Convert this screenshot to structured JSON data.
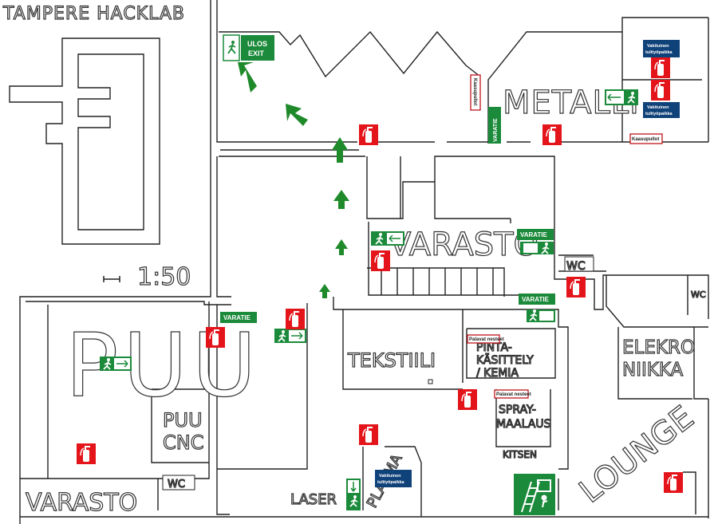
{
  "header": {
    "title": "TAMPERE HACKLAB",
    "scale": "1:50"
  },
  "rooms": {
    "metalli": "METALLI",
    "varasto_center": "VARASTO",
    "puu": "PUU",
    "puu_cnc_1": "PUU",
    "puu_cnc_2": "CNC",
    "tekstiili": "TEKSTIILI",
    "pinta_1": "PINTA-",
    "pinta_2": "KÄSITTELY",
    "pinta_3": "/ KEMIA",
    "spray_1": "SPRAY-",
    "spray_2": "MAALAUS",
    "kitsen": "KITSEN",
    "elekro": "ELEKRO",
    "niikka": "NIIKKA",
    "lounge": "LOUNGE",
    "varasto_bottom": "VARASTO",
    "laser": "LASER",
    "plasma": "PLASMA",
    "wc_top": "WC",
    "wc_right": "WC",
    "wc_bottom": "WC"
  },
  "signs": {
    "exit_line1": "ULOS",
    "exit_line2": "EXIT",
    "varatie": "VARATIE",
    "hot_work_line1": "Vakituinen",
    "hot_work_line2": "tulityöpaikka",
    "gas_bottles": "Kaasupullot",
    "flammable_liquids": "Palavat nesteet"
  },
  "colors": {
    "exit_green": "#1b8a3a",
    "extinguisher_red": "#e4141b",
    "hot_work_blue": "#10427a",
    "route_arrow": "#1f8a2a"
  },
  "icons": [
    "running-man-icon",
    "fire-extinguisher-icon",
    "arrow-icon",
    "ladder-icon"
  ]
}
